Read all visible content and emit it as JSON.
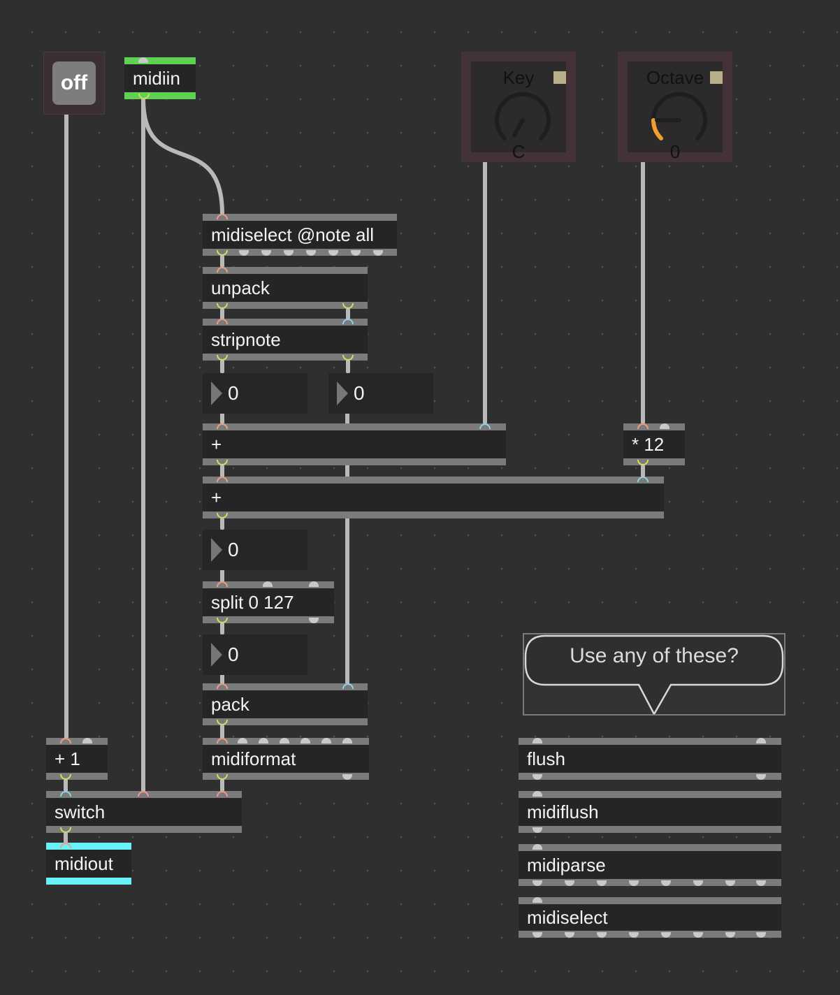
{
  "toggle": {
    "label": "off"
  },
  "objects": {
    "midiin": "midiin",
    "midiselect_note": "midiselect @note all",
    "unpack": "unpack",
    "stripnote": "stripnote",
    "add1": "+",
    "times12": "* 12",
    "add2": "+",
    "split": "split 0 127",
    "pack": "pack",
    "midiformat": "midiformat",
    "plus1": "+ 1",
    "switch": "switch",
    "midiout": "midiout",
    "flush": "flush",
    "midiflush": "midiflush",
    "midiparse": "midiparse",
    "midiselect": "midiselect"
  },
  "numbers": {
    "pitch": "0",
    "velocity": "0",
    "transposed": "0",
    "clipped": "0"
  },
  "dials": {
    "key": {
      "label": "Key",
      "value": "C"
    },
    "octave": {
      "label": "Octave",
      "value": "0"
    }
  },
  "comment": {
    "text": "Use any of these?"
  },
  "colors": {
    "inlet": "#f29a86",
    "inlet_right": "#8fd3e8",
    "outlet": "#d6dc63",
    "midiin_bar": "#5fd254",
    "midiout_bar": "#66f2f6",
    "octave_arc": "#f0a030"
  }
}
